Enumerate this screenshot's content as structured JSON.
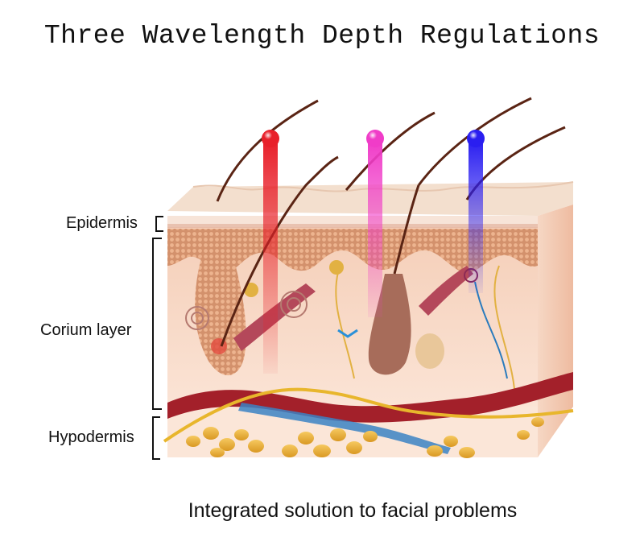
{
  "title": "Three Wavelength Depth Regulations",
  "subtitle": "Integrated solution to facial problems",
  "layers": [
    {
      "label": "Epidermis"
    },
    {
      "label": "Corium layer"
    },
    {
      "label": "Hypodermis"
    }
  ],
  "light_beams": [
    {
      "color_name": "red",
      "color": "#e8202a"
    },
    {
      "color_name": "magenta",
      "color": "#f03cc8"
    },
    {
      "color_name": "blue",
      "color": "#2a1ef0"
    }
  ]
}
